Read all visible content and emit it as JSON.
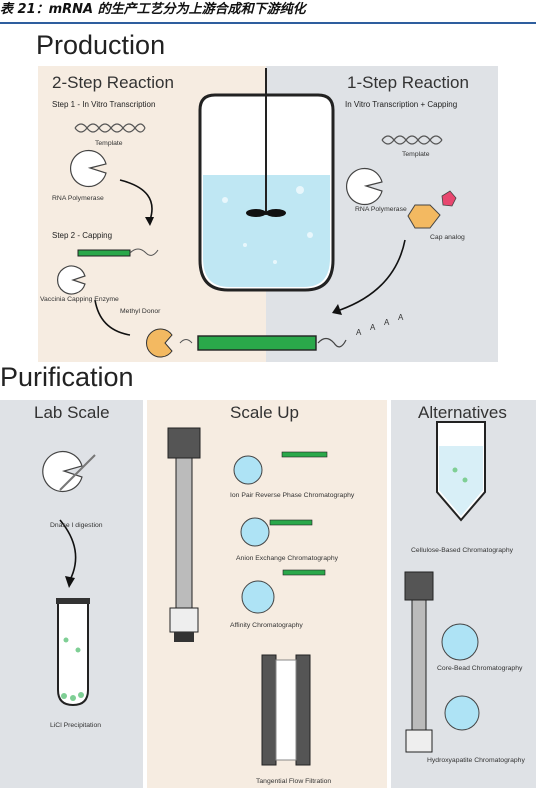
{
  "caption": "表 21：mRNA 的生产工艺分为上游合成和下游纯化",
  "production": {
    "title": "Production",
    "two_step": {
      "title": "2-Step Reaction",
      "step1": "Step 1 - In Vitro Transcription",
      "template": "Template",
      "polymerase": "RNA Polymerase",
      "step2": "Step 2 - Capping",
      "vaccinia": "Vaccinia Capping Enzyme",
      "methyl": "Methyl Donor"
    },
    "one_step": {
      "title": "1-Step Reaction",
      "subtitle": "In Vitro Transcription + Capping",
      "template": "Template",
      "polymerase": "RNA Polymerase",
      "cap_analog": "Cap analog"
    },
    "polya_letter": "A"
  },
  "purification": {
    "title": "Purification",
    "lab_scale": {
      "title": "Lab Scale",
      "dnase": "Dnase I digestion",
      "licl": "LiCl Precipitation"
    },
    "scale_up": {
      "title": "Scale Up",
      "ion_pair": "Ion Pair Reverse Phase Chromatography",
      "anion": "Anion Exchange Chromatography",
      "affinity": "Affinity Chromatography",
      "tff": "Tangential Flow Filtration"
    },
    "alternatives": {
      "title": "Alternatives",
      "cellulose": "Cellulose-Based Chromatography",
      "core_bead": "Core-Bead Chromatography",
      "hydroxy": "Hydroxyapatite Chromatography"
    }
  },
  "colors": {
    "beige": "#f6ece1",
    "gray_panel": "#dfe2e6",
    "liquid": "#bfe7f3",
    "rna_green": "#2aa84a",
    "cap_orange": "#f3b961",
    "bead_blue": "#aee3f5",
    "cap_pink": "#e8476f"
  }
}
